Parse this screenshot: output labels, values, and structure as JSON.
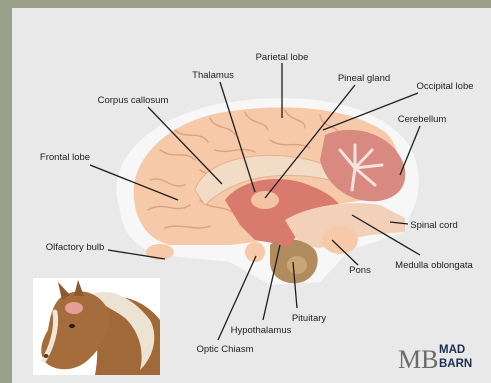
{
  "labels": {
    "parietal": "Parietal lobe",
    "thalamus": "Thalamus",
    "pineal": "Pineal gland",
    "occipital": "Occipital lobe",
    "corpus": "Corpus callosum",
    "cerebellum": "Cerebellum",
    "frontal": "Frontal lobe",
    "spinal": "Spinal cord",
    "olfactory": "Olfactory bulb",
    "medulla": "Medulla oblongata",
    "pons": "Pons",
    "pituitary": "Pituitary",
    "hypothalamus": "Hypothalamus",
    "optic": "Optic Chiasm"
  },
  "logo": {
    "monogram": "MB",
    "line1": "MAD",
    "line2": "BARN"
  },
  "colors": {
    "background": "#e9e9e9",
    "border": "#9aa08a",
    "cerebrum": "#f6c9a8",
    "fold": "#d9a286",
    "inner": "#d97a6e",
    "cerebellum": "#d98a80",
    "stem": "#f3d0b8",
    "pituitary": "#b08c5e"
  }
}
